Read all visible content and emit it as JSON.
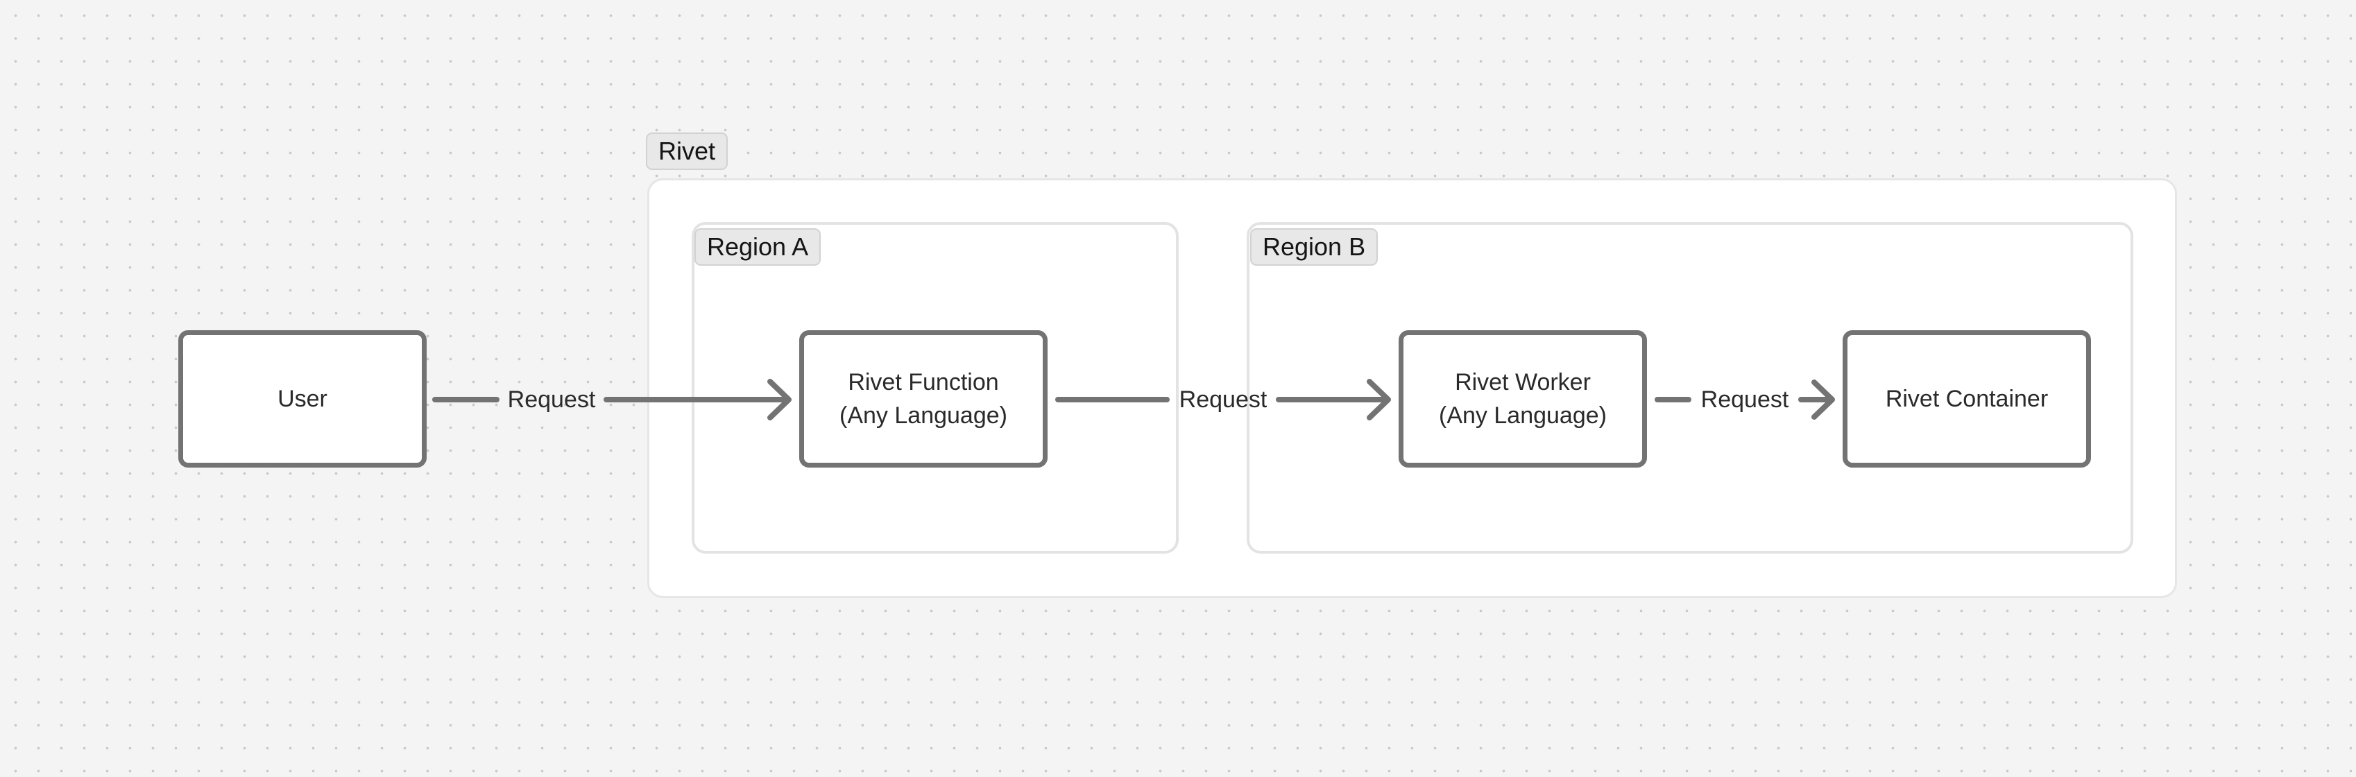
{
  "groups": {
    "outer": "Rivet",
    "region_a": "Region A",
    "region_b": "Region B"
  },
  "nodes": {
    "user": [
      "User"
    ],
    "function": [
      "Rivet Function",
      "(Any Language)"
    ],
    "worker": [
      "Rivet Worker",
      "(Any Language)"
    ],
    "container": [
      "Rivet Container"
    ]
  },
  "edges": [
    {
      "from": "User",
      "to": "Rivet Function (Any Language)",
      "label": "Request"
    },
    {
      "from": "Rivet Function (Any Language)",
      "to": "Rivet Worker (Any Language)",
      "label": "Request"
    },
    {
      "from": "Rivet Worker (Any Language)",
      "to": "Rivet Container",
      "label": "Request"
    }
  ],
  "colors": {
    "background": "#f4f4f4",
    "node_border": "#737373",
    "edge": "#737373",
    "tag_fill": "#e8e8e8"
  }
}
